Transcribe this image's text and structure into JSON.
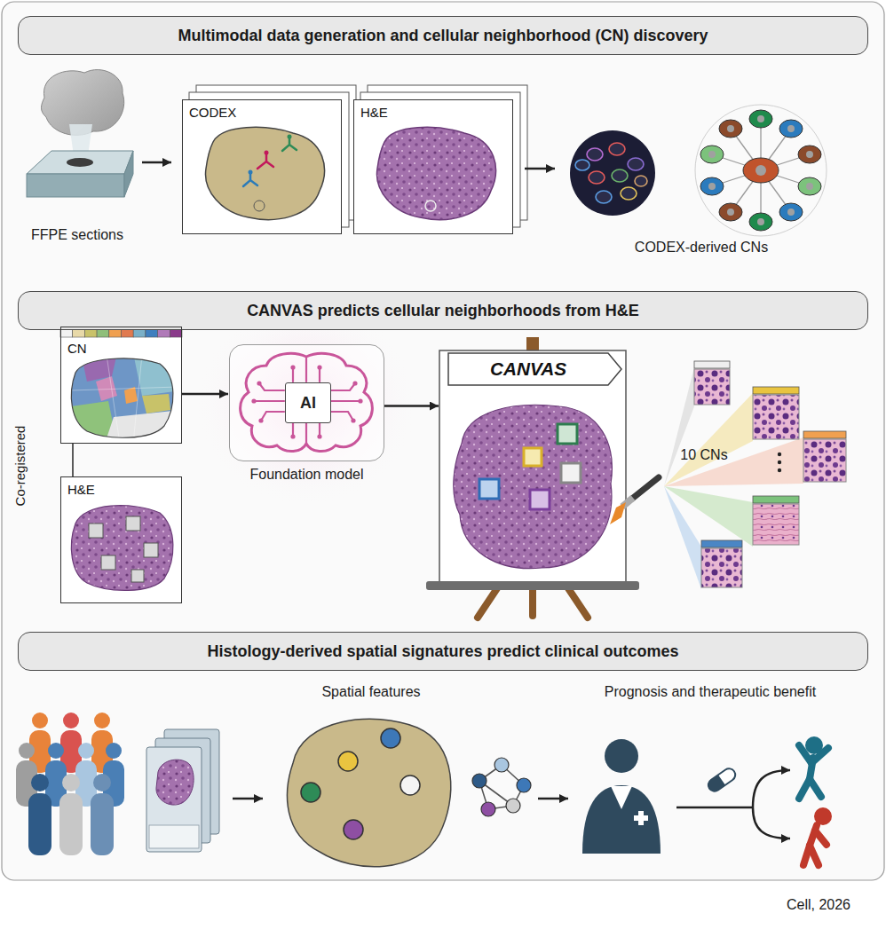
{
  "diagram": {
    "nodes": [
      {
        "text": [
          "Multimodal data generation and cellular neighborhood (CN) discovery"
        ]
      },
      {
        "text": [
          "CODEX"
        ]
      },
      {
        "text": [
          "H&E"
        ]
      },
      {
        "text": [
          "CANVAS predicts cellular neighborhoods from H&E"
        ]
      },
      {
        "text": [
          "CN"
        ]
      },
      {
        "text": [
          "H&E"
        ]
      },
      {
        "text": [
          "Foundation model"
        ]
      },
      {
        "text": [
          "AI"
        ],
        "in": 6
      },
      {
        "text": [
          "CANVAS"
        ]
      },
      {
        "text": [
          "Histology-derived spatial signatures predict clinical outcomes"
        ]
      }
    ],
    "edges": [
      {
        "from": 4,
        "to": 6,
        "arrow": "to"
      },
      {
        "from": 6,
        "to": 8,
        "arrow": "to"
      },
      {
        "from": 4,
        "to": 5,
        "arrow": "none"
      }
    ],
    "labels": [
      "FFPE sections",
      "CODEX-derived CNs",
      "Co-registered",
      "10 CNs",
      "Spatial features",
      "Prognosis and therapeutic benefit"
    ],
    "caption": "Cell, 2026"
  }
}
